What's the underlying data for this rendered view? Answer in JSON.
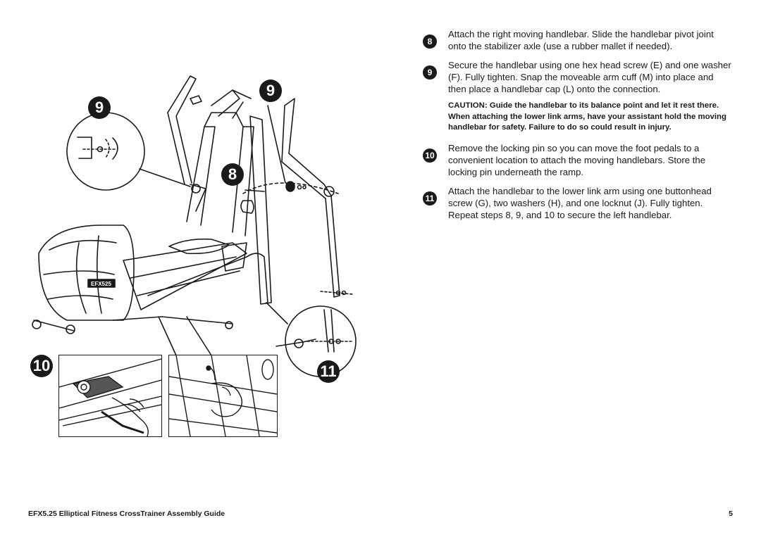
{
  "figure": {
    "callouts": {
      "step9_left": "9",
      "step9_right": "9",
      "step8": "8",
      "step10": "10",
      "step11": "11"
    },
    "brand_label": "EFX525"
  },
  "steps": [
    {
      "number": "8",
      "text": "Attach the right moving handlebar. Slide the handlebar pivot joint onto the stabilizer axle (use a rubber mallet if needed)."
    },
    {
      "number": "9",
      "text": "Secure the handlebar using one hex head screw (E) and one washer (F). Fully tighten. Snap the moveable arm cuff (M) into place and then place a handlebar cap (L) onto the connection."
    },
    {
      "number": "10",
      "text": "Remove the locking pin so you can move the foot pedals to a convenient location to attach the moving handlebars. Store the locking pin underneath the ramp."
    },
    {
      "number": "11",
      "text": "Attach the handlebar to the lower link arm using one buttonhead screw (G), two washers (H), and one locknut (J). Fully tighten. Repeat steps 8, 9, and 10 to secure the left handlebar."
    }
  ],
  "caution": "CAUTION: Guide the handlebar to its balance point and let it rest there. When attaching the lower link arms, have your assistant hold the moving handlebar for safety. Failure to do so could result in injury.",
  "footer": {
    "title": "EFX5.25 Elliptical Fitness CrossTrainer Assembly Guide",
    "page_number": "5"
  }
}
